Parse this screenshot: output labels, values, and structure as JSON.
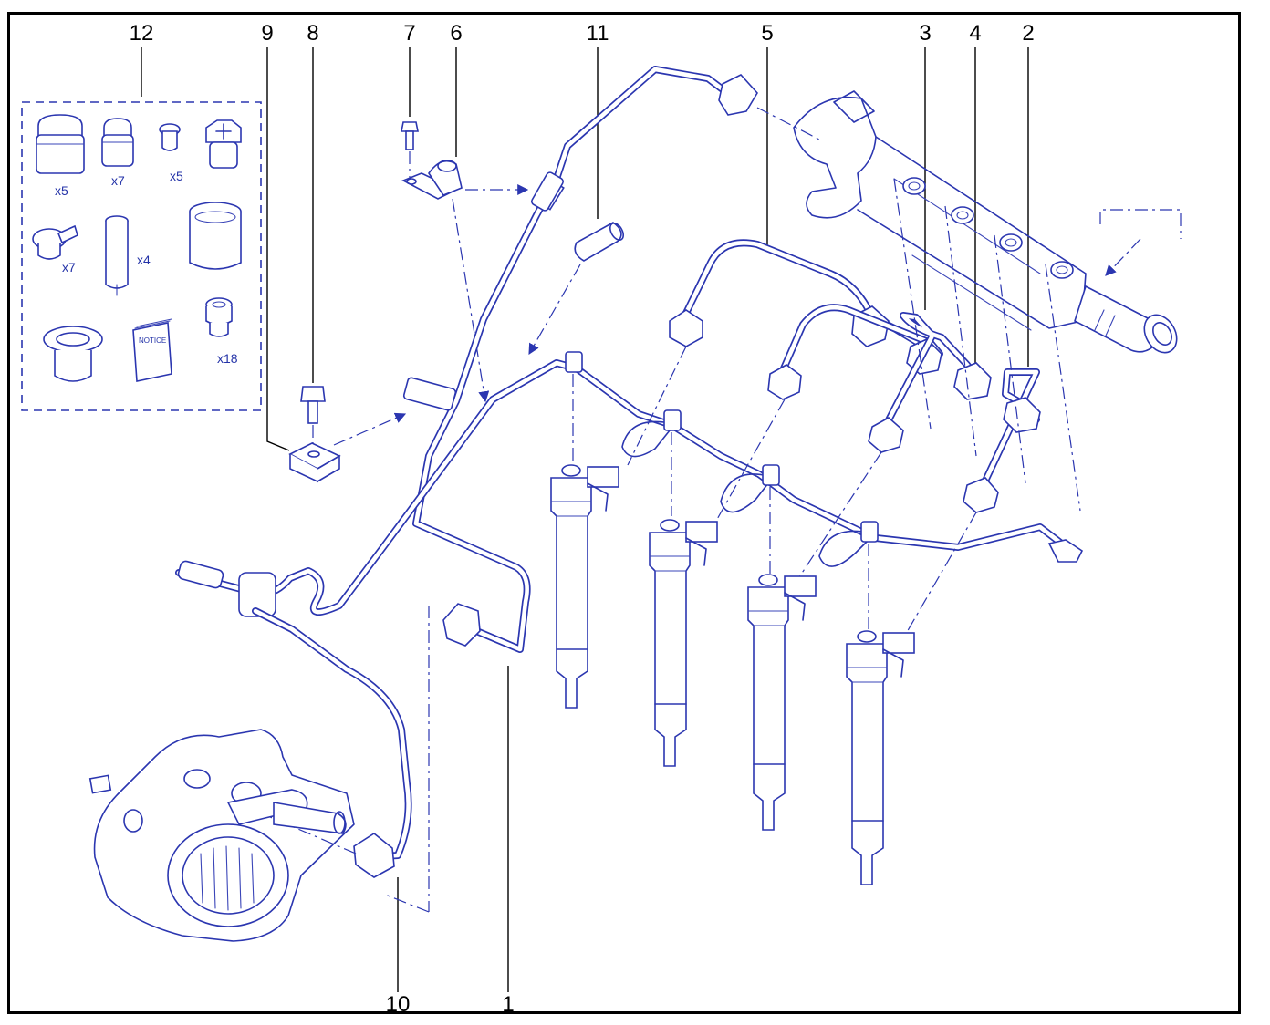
{
  "callouts": [
    {
      "id": "12",
      "label": "12"
    },
    {
      "id": "9",
      "label": "9"
    },
    {
      "id": "8",
      "label": "8"
    },
    {
      "id": "7",
      "label": "7"
    },
    {
      "id": "6",
      "label": "6"
    },
    {
      "id": "11",
      "label": "11"
    },
    {
      "id": "5",
      "label": "5"
    },
    {
      "id": "3",
      "label": "3"
    },
    {
      "id": "4",
      "label": "4"
    },
    {
      "id": "2",
      "label": "2"
    },
    {
      "id": "10",
      "label": "10"
    },
    {
      "id": "1",
      "label": "1"
    }
  ],
  "kit": {
    "quantities": [
      "x5",
      "x7",
      "x5",
      "x7",
      "x4",
      "x18"
    ],
    "notice": "NOTICE"
  },
  "colors": {
    "line": "#2b36b0",
    "frame": "#000000",
    "background": "#ffffff"
  }
}
